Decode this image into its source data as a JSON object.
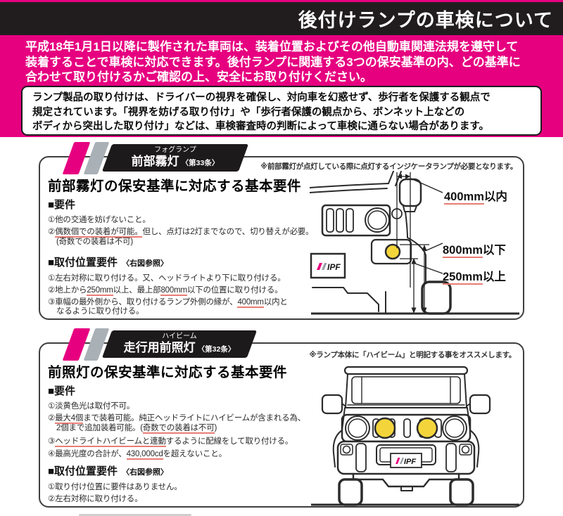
{
  "page": {
    "top_title": "後付けランプの車検について",
    "intro_lines": [
      "平成18年1月1日以降に製作された車両は、装着位置およびその他自動車関連法規を遵守して",
      "装着することで車検に対応できます。後付ランプに関連する3つの保安基準の内、どの基準に",
      "合わせて取り付けるかご確認の上、安全にお取り付けください。"
    ],
    "notice_lines": [
      "ランプ製品の取り付けは、ドライバーの視界を確保し、対向車を幻惑せず、歩行者を保護する観点で",
      "規定されています。「視界を妨げる取り付け」や「歩行者保護の観点から、ボンネット上などの",
      "ボディから突出した取り付け」などは、車検審査時の判断によって車検に通らない場合があります。"
    ]
  },
  "logo": "IPF",
  "colors": {
    "accent_magenta": "#e60080",
    "band_black": "#211d1e",
    "underline_red": "#e87c74",
    "lamp_yellow": "#f3d53b",
    "stripe_gray": "#a9b0b6"
  },
  "s1": {
    "banner": {
      "small": "フォグランプ",
      "main": "前部霧灯",
      "article": "〈第33条〉"
    },
    "note": "※前部霧灯が点灯している際に点灯するインジケータランプが必要となります。",
    "title": "前部霧灯の保安基準に対応する基本要件",
    "req_head": "■要件",
    "req": {
      "r1": "①他の交通を妨げないこと。",
      "r2": {
        "num": "②",
        "u": "偶数個での装着が可能。",
        "rest": "但し、点灯は2灯までなので、切り替えが必要。",
        "l2": "(奇数での装着は不可)"
      }
    },
    "pos_head": "■取付位置要件",
    "pos_ref": "〈右図参照〉",
    "pos": {
      "p1": "①左右対称に取り付ける。又、ヘッドライトより下に取り付ける。",
      "p2": {
        "a": "②地上から",
        "u1": "250mm",
        "b": "以上、最上部",
        "u2": "800mm",
        "c": "以下の位置に取り付ける。"
      },
      "p3": {
        "a": "③車幅の最外側から、取り付けるランプ外側の縁が、",
        "u": "400mm",
        "b": "以内と",
        "l2": "なるように取り付ける。"
      }
    },
    "labels": {
      "w400": {
        "u": "400mm",
        "rest": "以内"
      },
      "h800": {
        "u": "800mm",
        "rest": "以下"
      },
      "h250": {
        "u": "250mm",
        "rest": "以上"
      }
    }
  },
  "s2": {
    "banner": {
      "small": "ハイビーム",
      "main": "走行用前照灯",
      "article": "〈第32条〉"
    },
    "note": "※ランプ本体に「ハイビーム」と明記する事をオススメします。",
    "title": "前照灯の保安基準に対応する基本要件",
    "req_head": "■要件",
    "req": {
      "r1": "①淡黄色光は取付不可。",
      "r2": {
        "num": "②",
        "u": "最大4個",
        "rest": "まで装着可能。純正ヘッドライトにハイビームが含まれる為、",
        "l2a": "2個まで追加装着可能。(",
        "l2u": "奇数での装着は不可",
        "l2b": ")"
      },
      "r3": {
        "num": "③",
        "u": "ヘッドライトハイビームと連動",
        "rest": "するように配線をして取り付ける。"
      },
      "r4": {
        "a": "④最高光度の合計が、",
        "u": "430,000cd",
        "b": "を超えないこと。"
      }
    },
    "pos_head": "■取付位置要件",
    "pos_ref": "〈右図参照〉",
    "pos": {
      "p1": "①取り付け位置に要件はありません。",
      "p2": "②左右対称に取り付ける。"
    }
  }
}
